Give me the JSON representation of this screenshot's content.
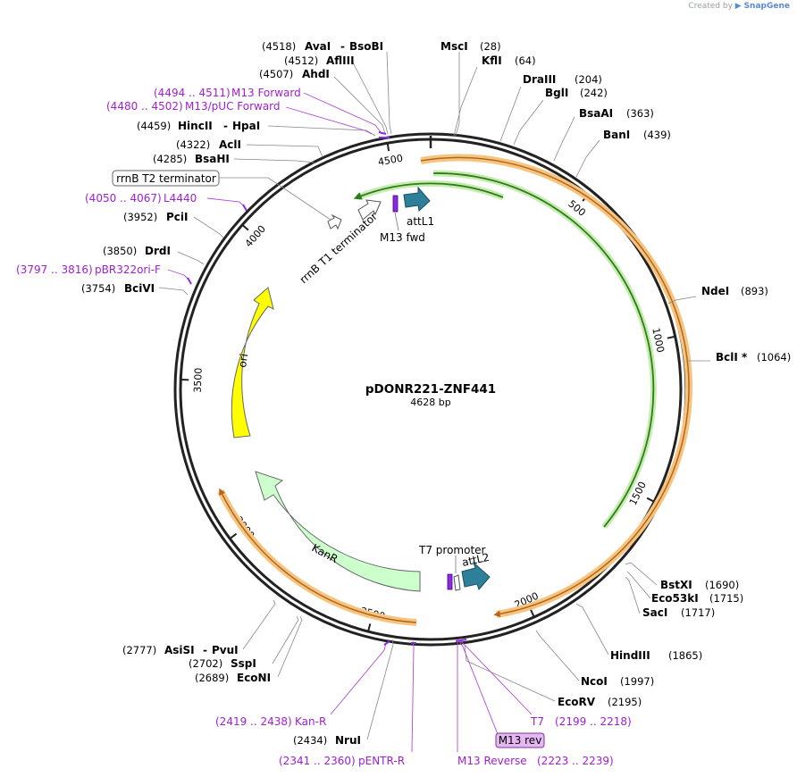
{
  "branding": {
    "created_by": "Created by",
    "app_name": "SnapGene"
  },
  "plasmid": {
    "name": "pDONR221-ZNF441",
    "length_label": "4628 bp",
    "length": 4628
  },
  "colors": {
    "primer": "#a020d0",
    "orange_feature": "#f0a43a",
    "green_feature": "#9bd46e",
    "ori": "#ffff00",
    "kanr": "#ccffcc",
    "att": "#2e7f9a",
    "purple": "#8a2be2"
  },
  "ticks": [
    500,
    1000,
    1500,
    2000,
    2500,
    3000,
    3500,
    4000,
    4500
  ],
  "sites": [
    {
      "id": "avai-bsobi",
      "pos": 4518,
      "name": "AvaI",
      "name2": "BsoBI",
      "pos_label": "(4518)"
    },
    {
      "id": "aflIII",
      "pos": 4512,
      "name": "AflIII",
      "pos_label": "(4512)"
    },
    {
      "id": "ahdI",
      "pos": 4507,
      "name": "AhdI",
      "pos_label": "(4507)"
    },
    {
      "id": "hincII-hpaI",
      "pos": 4459,
      "name": "HincII",
      "name2": "HpaI",
      "pos_label": "(4459)"
    },
    {
      "id": "aclI",
      "pos": 4322,
      "name": "AclI",
      "pos_label": "(4322)"
    },
    {
      "id": "bsaHI",
      "pos": 4285,
      "name": "BsaHI",
      "pos_label": "(4285)"
    },
    {
      "id": "pciI",
      "pos": 3952,
      "name": "PciI",
      "pos_label": "(3952)"
    },
    {
      "id": "drdI",
      "pos": 3850,
      "name": "DrdI",
      "pos_label": "(3850)"
    },
    {
      "id": "bciVI",
      "pos": 3754,
      "name": "BciVI",
      "pos_label": "(3754)"
    },
    {
      "id": "mscI",
      "pos": 28,
      "name": "MscI",
      "pos_label": "(28)"
    },
    {
      "id": "kflI",
      "pos": 64,
      "name": "KflI",
      "pos_label": "(64)"
    },
    {
      "id": "draIII",
      "pos": 204,
      "name": "DraIII",
      "pos_label": "(204)"
    },
    {
      "id": "bglI",
      "pos": 242,
      "name": "BglI",
      "pos_label": "(242)"
    },
    {
      "id": "bsaAI",
      "pos": 363,
      "name": "BsaAI",
      "pos_label": "(363)"
    },
    {
      "id": "banI",
      "pos": 439,
      "name": "BanI",
      "pos_label": "(439)"
    },
    {
      "id": "ndeI",
      "pos": 893,
      "name": "NdeI",
      "pos_label": "(893)"
    },
    {
      "id": "bclI",
      "pos": 1064,
      "name": "BclI *",
      "pos_label": "(1064)"
    },
    {
      "id": "bstXI",
      "pos": 1690,
      "name": "BstXI",
      "pos_label": "(1690)"
    },
    {
      "id": "eco53kI",
      "pos": 1715,
      "name": "Eco53kI",
      "pos_label": "(1715)"
    },
    {
      "id": "sacI",
      "pos": 1717,
      "name": "SacI",
      "pos_label": "(1717)"
    },
    {
      "id": "hindIII",
      "pos": 1865,
      "name": "HindIII",
      "pos_label": "(1865)"
    },
    {
      "id": "ncoI",
      "pos": 1997,
      "name": "NcoI",
      "pos_label": "(1997)"
    },
    {
      "id": "ecoRV",
      "pos": 2195,
      "name": "EcoRV",
      "pos_label": "(2195)"
    },
    {
      "id": "nruI",
      "pos": 2434,
      "name": "NruI",
      "pos_label": "(2434)"
    },
    {
      "id": "ecoNI",
      "pos": 2689,
      "name": "EcoNI",
      "pos_label": "(2689)"
    },
    {
      "id": "sspI",
      "pos": 2702,
      "name": "SspI",
      "pos_label": "(2702)"
    },
    {
      "id": "asiSI-pvuI",
      "pos": 2777,
      "name": "AsiSI",
      "name2": "PvuI",
      "pos_label": "(2777)"
    }
  ],
  "primers": [
    {
      "id": "m13-forward",
      "pos": 4502,
      "range": "(4494 .. 4511)",
      "name": "M13 Forward"
    },
    {
      "id": "m13-puc-forward",
      "pos": 4491,
      "range": "(4480 .. 4502)",
      "name": "M13/pUC Forward"
    },
    {
      "id": "l4440",
      "pos": 4058,
      "range": "(4050 .. 4067)",
      "name": "L4440"
    },
    {
      "id": "pbr322ori-f",
      "pos": 3806,
      "range": "(3797 .. 3816)",
      "name": "pBR322ori-F"
    },
    {
      "id": "kan-r",
      "pos": 2428,
      "range": "(2419 .. 2438)",
      "name": "Kan-R"
    },
    {
      "id": "pentr-r",
      "pos": 2350,
      "range": "(2341 .. 2360)",
      "name": "pENTR-R"
    },
    {
      "id": "m13-reverse",
      "pos": 2231,
      "range": "(2223 .. 2239)",
      "name": "M13 Reverse"
    },
    {
      "id": "t7",
      "pos": 2208,
      "range": "(2199 .. 2218)",
      "name": "T7"
    }
  ],
  "features": {
    "rrnB_T2": "rrnB T2 terminator",
    "rrnB_T1": "rrnB T1 terminator",
    "m13_fwd": "M13 fwd",
    "attL1": "attL1",
    "attL2": "attL2",
    "t7_promoter": "T7 promoter",
    "m13_rev": "M13 rev",
    "ori": "ori",
    "kanr": "KanR"
  }
}
